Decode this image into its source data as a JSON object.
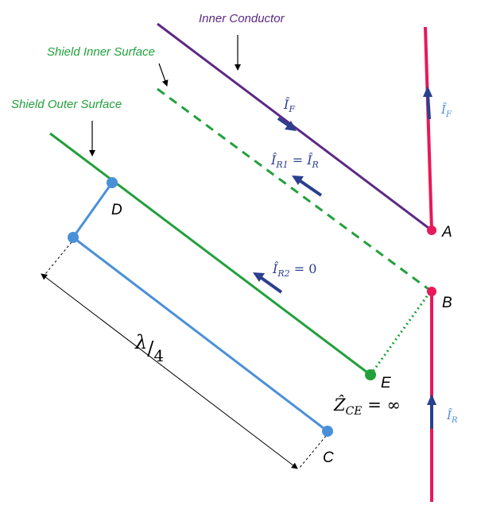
{
  "labels": {
    "inner_conductor": "Inner Conductor",
    "shield_inner_surface": "Shield Inner Surface",
    "shield_outer_surface": "Shield Outer Surface"
  },
  "points": {
    "A": "A",
    "B": "B",
    "C": "C",
    "D": "D",
    "E": "E"
  },
  "currents": {
    "i_f_inner": "Î",
    "i_f_inner_sub": "F",
    "i_f_right": "Î",
    "i_f_right_sub": "F",
    "i_r1_lhs": "Î",
    "i_r1_lhs_sub": "R1",
    "i_r1_eq": " = ",
    "i_r1_rhs": "Î",
    "i_r1_rhs_sub": "R",
    "i_r2": "Î",
    "i_r2_sub": "R2",
    "i_r2_eq": " = 0",
    "i_r_right": "Î",
    "i_r_right_sub": "R"
  },
  "impedance": {
    "symbol": "Ẑ",
    "sub": "CE",
    "eq": " = ∞"
  },
  "length": {
    "numerator": "λ",
    "slash": "/",
    "denominator": "4"
  },
  "colors": {
    "inner_conductor": "#5b2a86",
    "shield": "#22a03c",
    "stub": "#4a90d9",
    "wire": "#e8185a",
    "current_arrow": "#2b3f8f",
    "label_inner": "#5b2a86",
    "label_shield": "#22a03c",
    "current_text": "#2b3f8f",
    "right_current_text": "#4a90d9"
  }
}
